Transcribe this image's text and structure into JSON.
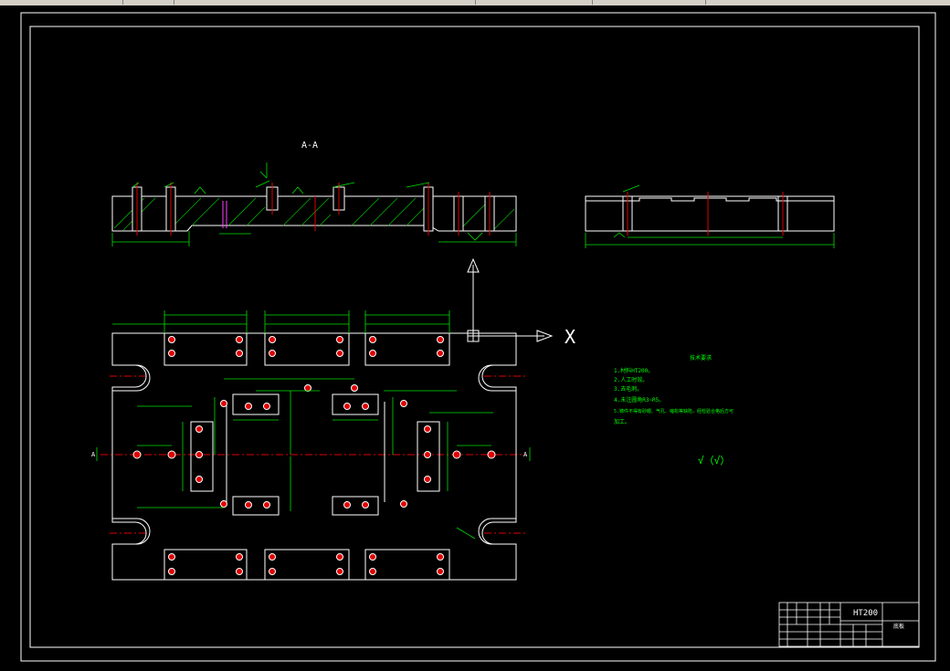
{
  "section_label": "A-A",
  "axis_label_x": "X",
  "section_mark_left": "A",
  "section_mark_right": "A",
  "notes": {
    "title": "技术要求",
    "lines": [
      "1.材料HT200。",
      "2.人工时效。",
      "3.去毛刺。",
      "4.未注圆角R3~R5。",
      "5.铸件不得有砂眼、气孔、缩松等缺陷，经检验合格后方可",
      "加工。"
    ]
  },
  "roughness_symbol": "√（√）",
  "title_block": {
    "material": "HT200",
    "part_name": "底板"
  },
  "colors": {
    "line": "#ffffff",
    "dimension": "#00e000",
    "centerline": "#e00000",
    "notes": "#00ff00",
    "hatch": "#00c000"
  }
}
